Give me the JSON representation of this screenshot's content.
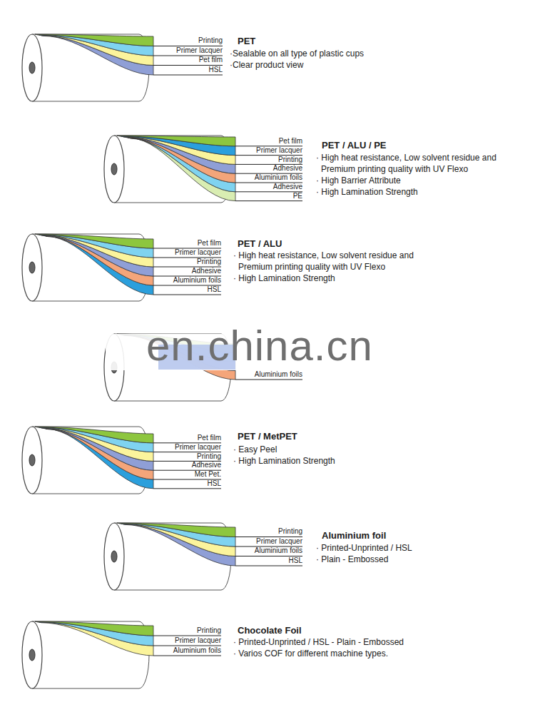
{
  "diagram": {
    "labels": [
      "Printing",
      "Primer lacquer",
      "Pet film",
      "HSL",
      "PET",
      "·Sealable on all type of plastic cups",
      "·Clear product view",
      "Pet film",
      "Primer lacquer",
      "Printing",
      "Adhesive",
      "Aluminium foils",
      "Adhesive",
      "PE",
      "PET / ALU / PE",
      "· High heat resistance, Low solvent residue and Premium printing quality with UV Flexo",
      "· High Barrier Attribute",
      "· High Lamination Strength",
      "Pet film",
      "Primer lacquer",
      "Printing",
      "Adhesive",
      "Aluminium foils",
      "HSL",
      "PET / ALU",
      "· High heat resistance, Low solvent residue and Premium printing quality with UV Flexo",
      "· High Lamination Strength",
      "en.china.cn",
      "Aluminium foils",
      "Pet film",
      "Primer lacquer",
      "Printing",
      "Adhesive",
      "Met Pet.",
      "HSL",
      "PET / MetPET",
      "· Easy Peel",
      "· High Lamination Strength",
      "Printing",
      "Primer lacquer",
      "Aluminium foils",
      "HSL",
      "Aluminium foil",
      "· Printed-Unprinted / HSL",
      "· Plain - Embossed",
      "Printing",
      "Primer lacquer",
      "Aluminium foils",
      "Chocolate Foil",
      "· Printed-Unprinted / HSL - Plain - Embossed",
      "· Varios COF for different machine types."
    ]
  }
}
